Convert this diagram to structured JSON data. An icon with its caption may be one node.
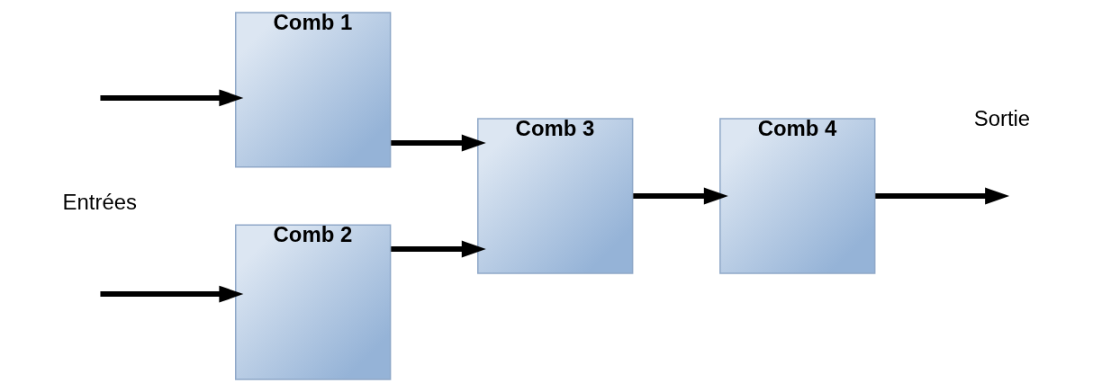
{
  "diagram": {
    "nodes": [
      {
        "text": [
          "Comb 1"
        ]
      },
      {
        "text": [
          "Comb 2"
        ]
      },
      {
        "text": [
          "Comb 3"
        ]
      },
      {
        "text": [
          "Comb 4"
        ]
      }
    ],
    "edges": [
      {
        "from": null,
        "to": 0,
        "arrow": "to"
      },
      {
        "from": null,
        "to": 1,
        "arrow": "to"
      },
      {
        "from": 0,
        "to": 2,
        "arrow": "to"
      },
      {
        "from": 1,
        "to": 2,
        "arrow": "to"
      },
      {
        "from": 2,
        "to": 3,
        "arrow": "to"
      },
      {
        "from": 3,
        "to": null,
        "arrow": "to"
      }
    ],
    "labels": [
      "Entrées",
      "Sortie"
    ]
  }
}
